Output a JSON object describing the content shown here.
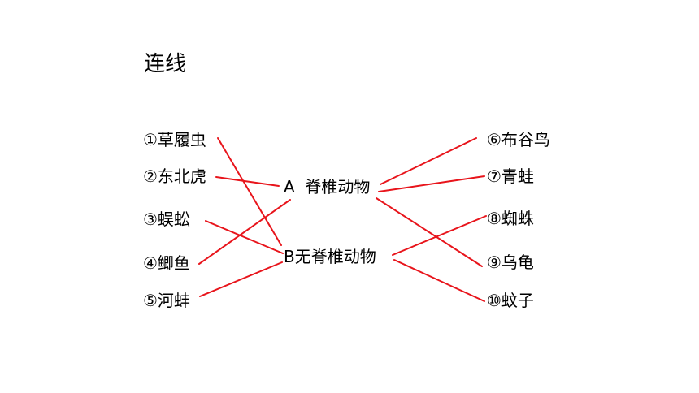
{
  "title": "连线",
  "left_items": [
    {
      "label": "①草履虫"
    },
    {
      "label": "②东北虎"
    },
    {
      "label": "③蜈蚣"
    },
    {
      "label": "④鲫鱼"
    },
    {
      "label": "⑤河蚌"
    }
  ],
  "categories": [
    {
      "label": "A  脊椎动物"
    },
    {
      "label": "B无脊椎动物"
    }
  ],
  "right_items": [
    {
      "label": "⑥布谷鸟"
    },
    {
      "label": "⑦青蛙"
    },
    {
      "label": "⑧蜘蛛"
    },
    {
      "label": "⑨乌龟"
    },
    {
      "label": "⑩蚊子"
    }
  ],
  "connections": [
    {
      "from": "①草履虫",
      "to": "B无脊椎动物"
    },
    {
      "from": "②东北虎",
      "to": "A  脊椎动物"
    },
    {
      "from": "③蜈蚣",
      "to": "B无脊椎动物"
    },
    {
      "from": "④鲫鱼",
      "to": "A  脊椎动物"
    },
    {
      "from": "⑤河蚌",
      "to": "B无脊椎动物"
    },
    {
      "from": "⑥布谷鸟",
      "to": "A  脊椎动物"
    },
    {
      "from": "⑦青蛙",
      "to": "A  脊椎动物"
    },
    {
      "from": "⑧蜘蛛",
      "to": "B无脊椎动物"
    },
    {
      "from": "⑨乌龟",
      "to": "A  脊椎动物"
    },
    {
      "from": "⑩蚊子",
      "to": "B无脊椎动物"
    }
  ],
  "colors": {
    "line": "#e8141b",
    "text": "#000000",
    "background": "#ffffff"
  }
}
